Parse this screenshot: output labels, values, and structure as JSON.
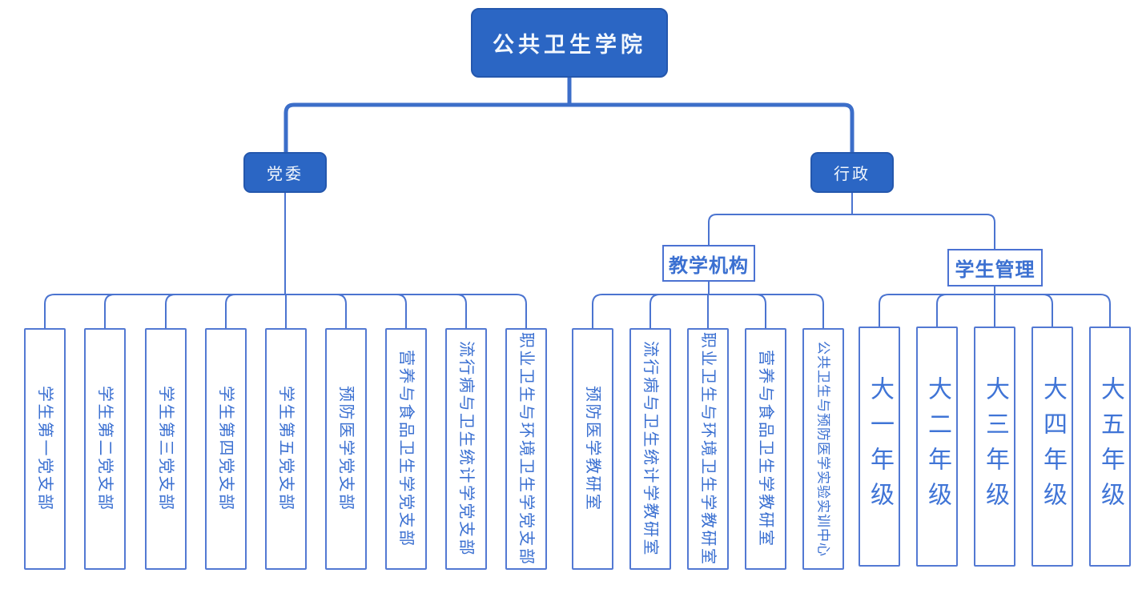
{
  "org": {
    "root": {
      "label": "公共卫生学院"
    },
    "party": {
      "label": "党委",
      "children": [
        "学生第一党支部",
        "学生第二党支部",
        "学生第三党支部",
        "学生第四党支部",
        "学生第五党支部",
        "预防医学党支部",
        "营养与食品卫生学党支部",
        "流行病与卫生统计学党支部",
        "职业卫生与环境卫生学党支部"
      ]
    },
    "admin": {
      "label": "行政",
      "teaching": {
        "label": "教学机构",
        "children": [
          "预防医学教研室",
          "流行病与卫生统计学教研室",
          "职业卫生与环境卫生学教研室",
          "营养与食品卫生学教研室",
          "公共卫生与预防医学实验实训中心"
        ]
      },
      "students": {
        "label": "学生管理",
        "children": [
          "大一年级",
          "大二年级",
          "大三年级",
          "大四年级",
          "大五年级"
        ]
      }
    }
  },
  "colors": {
    "node_fill": "#2b66c4",
    "node_border": "#2457ad",
    "edge_thick": "#3c6ec9",
    "edge_thin": "#4b74d0",
    "leaf_border": "#5379d3",
    "text_blue": "#3b70d1"
  }
}
